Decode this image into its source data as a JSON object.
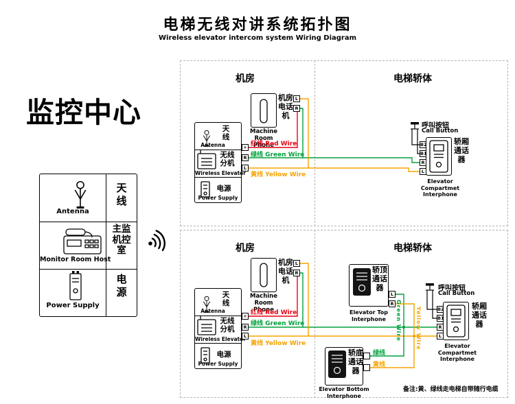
{
  "header": {
    "title_cn": "电梯无线对讲系统拓扑图",
    "title_en": "Wireless elevator intercom system Wiring Diagram"
  },
  "monitor_center": {
    "heading": "监控中心",
    "antenna": {
      "cn": "天\n线",
      "en": "Antenna",
      "icon": "antenna-icon"
    },
    "host": {
      "cn": "主监\n机控\n室",
      "en": "Monitor Room Host",
      "icon": "desk-phone-icon"
    },
    "power": {
      "cn": "电\n源",
      "en": "Power Supply",
      "icon": "power-supply-icon"
    },
    "signal_icon": "wireless-signal-icon"
  },
  "note": "备注:黄、绿线走电梯自带随行电缆",
  "colors": {
    "red_wire": "#e60012",
    "green_wire": "#00a03c",
    "yellow_wire": "#f5a300",
    "wire_black": "#000000",
    "dashed_border": "#b4b4b4"
  },
  "sections": [
    {
      "zone_machine_room": "机房",
      "zone_elevator_car": "电梯轿体",
      "machine_phone": {
        "cn": "机房\n电话\n机",
        "en": "Machine\nRoom Phone",
        "terminals": [
          "L",
          "R"
        ]
      },
      "wireless": {
        "antenna_cn": "天\n线",
        "antenna_en": "Antenna",
        "ext_cn": "无线\n分机",
        "ext_en": "Wireless Elevator",
        "power_cn": "电源",
        "power_en": "Power Supply",
        "terminals": [
          "+",
          "R",
          "L"
        ]
      },
      "wire_labels": {
        "red": "红线  Red Wire",
        "green": "绿线  Green Wire",
        "yellow": "黄线  Yellow Wire"
      },
      "call_button": {
        "cn": "呼叫按钮",
        "en": "Call Button"
      },
      "compartment": {
        "cn": "轿厢\n通话\n器",
        "en": "Elevator\nCompartmet\nInterphone",
        "terminals": [
          "B2",
          "B1",
          "R",
          "L"
        ]
      }
    },
    {
      "zone_machine_room": "机房",
      "zone_elevator_car": "电梯轿体",
      "machine_phone": {
        "cn": "机房\n电话\n机",
        "en": "Machine\nRoom Phone",
        "terminals": [
          "L",
          "R"
        ]
      },
      "wireless": {
        "antenna_cn": "天\n线",
        "antenna_en": "Antenna",
        "ext_cn": "无线\n分机",
        "ext_en": "Wireless Elevator",
        "power_cn": "电源",
        "power_en": "Power Supply",
        "terminals": [
          "+",
          "R",
          "L"
        ]
      },
      "wire_labels": {
        "red": "红线  Red Wire",
        "green": "绿线  Green Wire",
        "yellow": "黄线  Yellow Wire"
      },
      "call_button": {
        "cn": "呼叫按钮",
        "en": "Call Button"
      },
      "compartment": {
        "cn": "轿厢\n通话\n器",
        "en": "Elevator\nCompartmet\nInterphone",
        "terminals": [
          "B2",
          "B1",
          "R",
          "L"
        ]
      },
      "top_interphone": {
        "cn": "轿顶\n通话\n器",
        "en": "Elevator Top\nInterphone",
        "terminals": [
          "L",
          "R"
        ]
      },
      "bottom_interphone": {
        "cn": "轿底\n通话\n器",
        "en": "Elevator Bottom\nInterphone",
        "green_label": "绿线",
        "yellow_label": "黄线"
      },
      "vertical_labels": {
        "green": "Green Wire",
        "yellow": "Yellow Wire"
      }
    }
  ]
}
